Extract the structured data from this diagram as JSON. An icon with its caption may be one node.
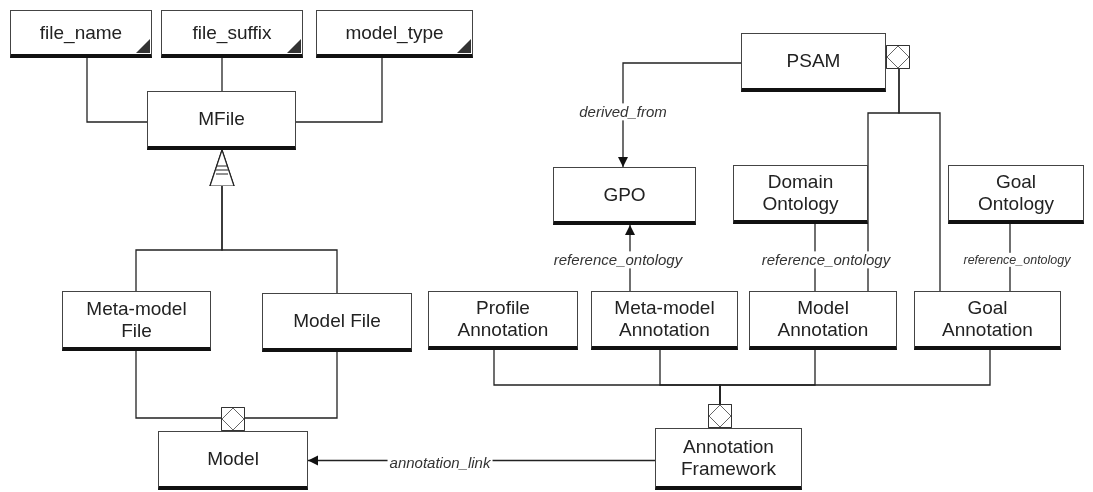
{
  "diagram": {
    "nodes": [
      {
        "text": [
          "file_name"
        ]
      },
      {
        "text": [
          "file_suffix"
        ]
      },
      {
        "text": [
          "model_type"
        ]
      },
      {
        "text": [
          "MFile"
        ]
      },
      {
        "text": [
          "Meta-model File"
        ]
      },
      {
        "text": [
          "Model File"
        ]
      },
      {
        "text": [
          "Model"
        ]
      },
      {
        "text": [
          "PSAM"
        ]
      },
      {
        "text": [
          "GPO"
        ]
      },
      {
        "text": [
          "Domain Ontology"
        ]
      },
      {
        "text": [
          "Goal Ontology"
        ]
      },
      {
        "text": [
          "Profile Annotation"
        ]
      },
      {
        "text": [
          "Meta-model Annotation"
        ]
      },
      {
        "text": [
          "Model Annotation"
        ]
      },
      {
        "text": [
          "Goal Annotation"
        ]
      },
      {
        "text": [
          "Annotation Framework"
        ]
      }
    ],
    "edges": [
      {
        "from": 0,
        "to": 3,
        "arrow": "none"
      },
      {
        "from": 1,
        "to": 3,
        "arrow": "none"
      },
      {
        "from": 2,
        "to": 3,
        "arrow": "none"
      },
      {
        "from": 4,
        "to": 3,
        "arrow": "to"
      },
      {
        "from": 5,
        "to": 3,
        "arrow": "to"
      },
      {
        "from": 4,
        "to": 6,
        "arrow": "other"
      },
      {
        "from": 5,
        "to": 6,
        "arrow": "other"
      },
      {
        "from": 7,
        "to": 8,
        "arrow": "to",
        "label": "derived_from"
      },
      {
        "from": 13,
        "to": 7,
        "arrow": "other"
      },
      {
        "from": 14,
        "to": 7,
        "arrow": "other"
      },
      {
        "from": 12,
        "to": 8,
        "arrow": "to",
        "label": "reference_ontology"
      },
      {
        "from": 13,
        "to": 9,
        "arrow": "none",
        "label": "reference_ontology"
      },
      {
        "from": 14,
        "to": 10,
        "arrow": "none",
        "label": "reference_ontology"
      },
      {
        "from": 11,
        "to": 15,
        "arrow": "other"
      },
      {
        "from": 12,
        "to": 15,
        "arrow": "other"
      },
      {
        "from": 13,
        "to": 15,
        "arrow": "other"
      },
      {
        "from": 14,
        "to": 15,
        "arrow": "other"
      },
      {
        "from": 15,
        "to": 6,
        "arrow": "to",
        "label": "annotation_link"
      }
    ]
  }
}
